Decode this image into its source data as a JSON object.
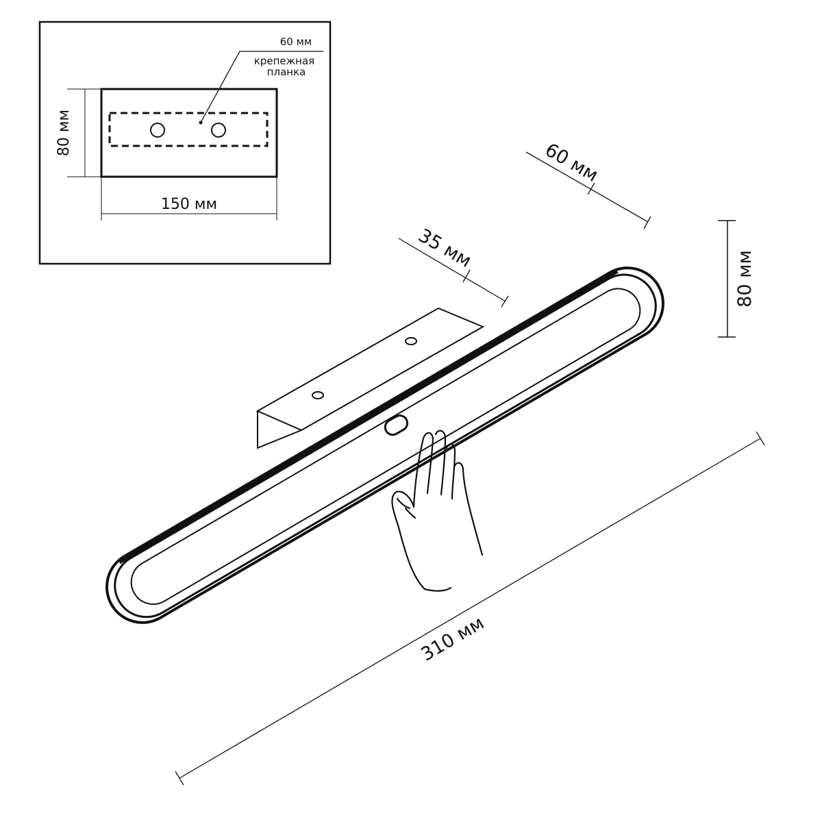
{
  "inset": {
    "width_label": "150 мм",
    "height_label": "80 мм",
    "plate_width_label": "60 мм",
    "plate_caption_line1": "крепежная",
    "plate_caption_line2": "планка"
  },
  "main": {
    "depth_label": "60 мм",
    "bracket_label": "35 мм",
    "height_label": "80 мм",
    "length_label": "310 мм"
  },
  "colors": {
    "line": "#111111",
    "background": "#ffffff"
  }
}
